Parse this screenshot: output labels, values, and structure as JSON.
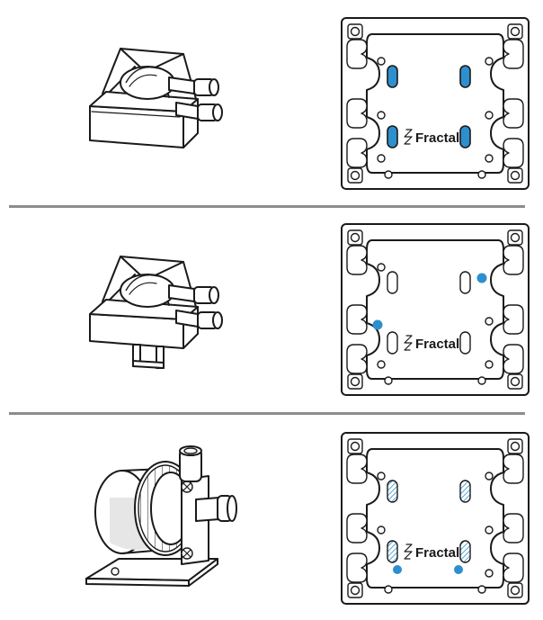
{
  "brand": {
    "logo_text": "Fractal"
  },
  "colors": {
    "accent": "#2e8fcf",
    "line": "#1a1a1a",
    "divider": "#8c8c8c"
  },
  "rows": [
    {
      "pump": "pump-on-cradle",
      "plate_highlight": "slots-filled-blue"
    },
    {
      "pump": "pump-on-cradle-with-legs",
      "plate_highlight": "two-holes-blue"
    },
    {
      "pump": "ddc-style-pump-on-bracket",
      "plate_highlight": "hatched-slots-and-two-holes-blue"
    }
  ]
}
